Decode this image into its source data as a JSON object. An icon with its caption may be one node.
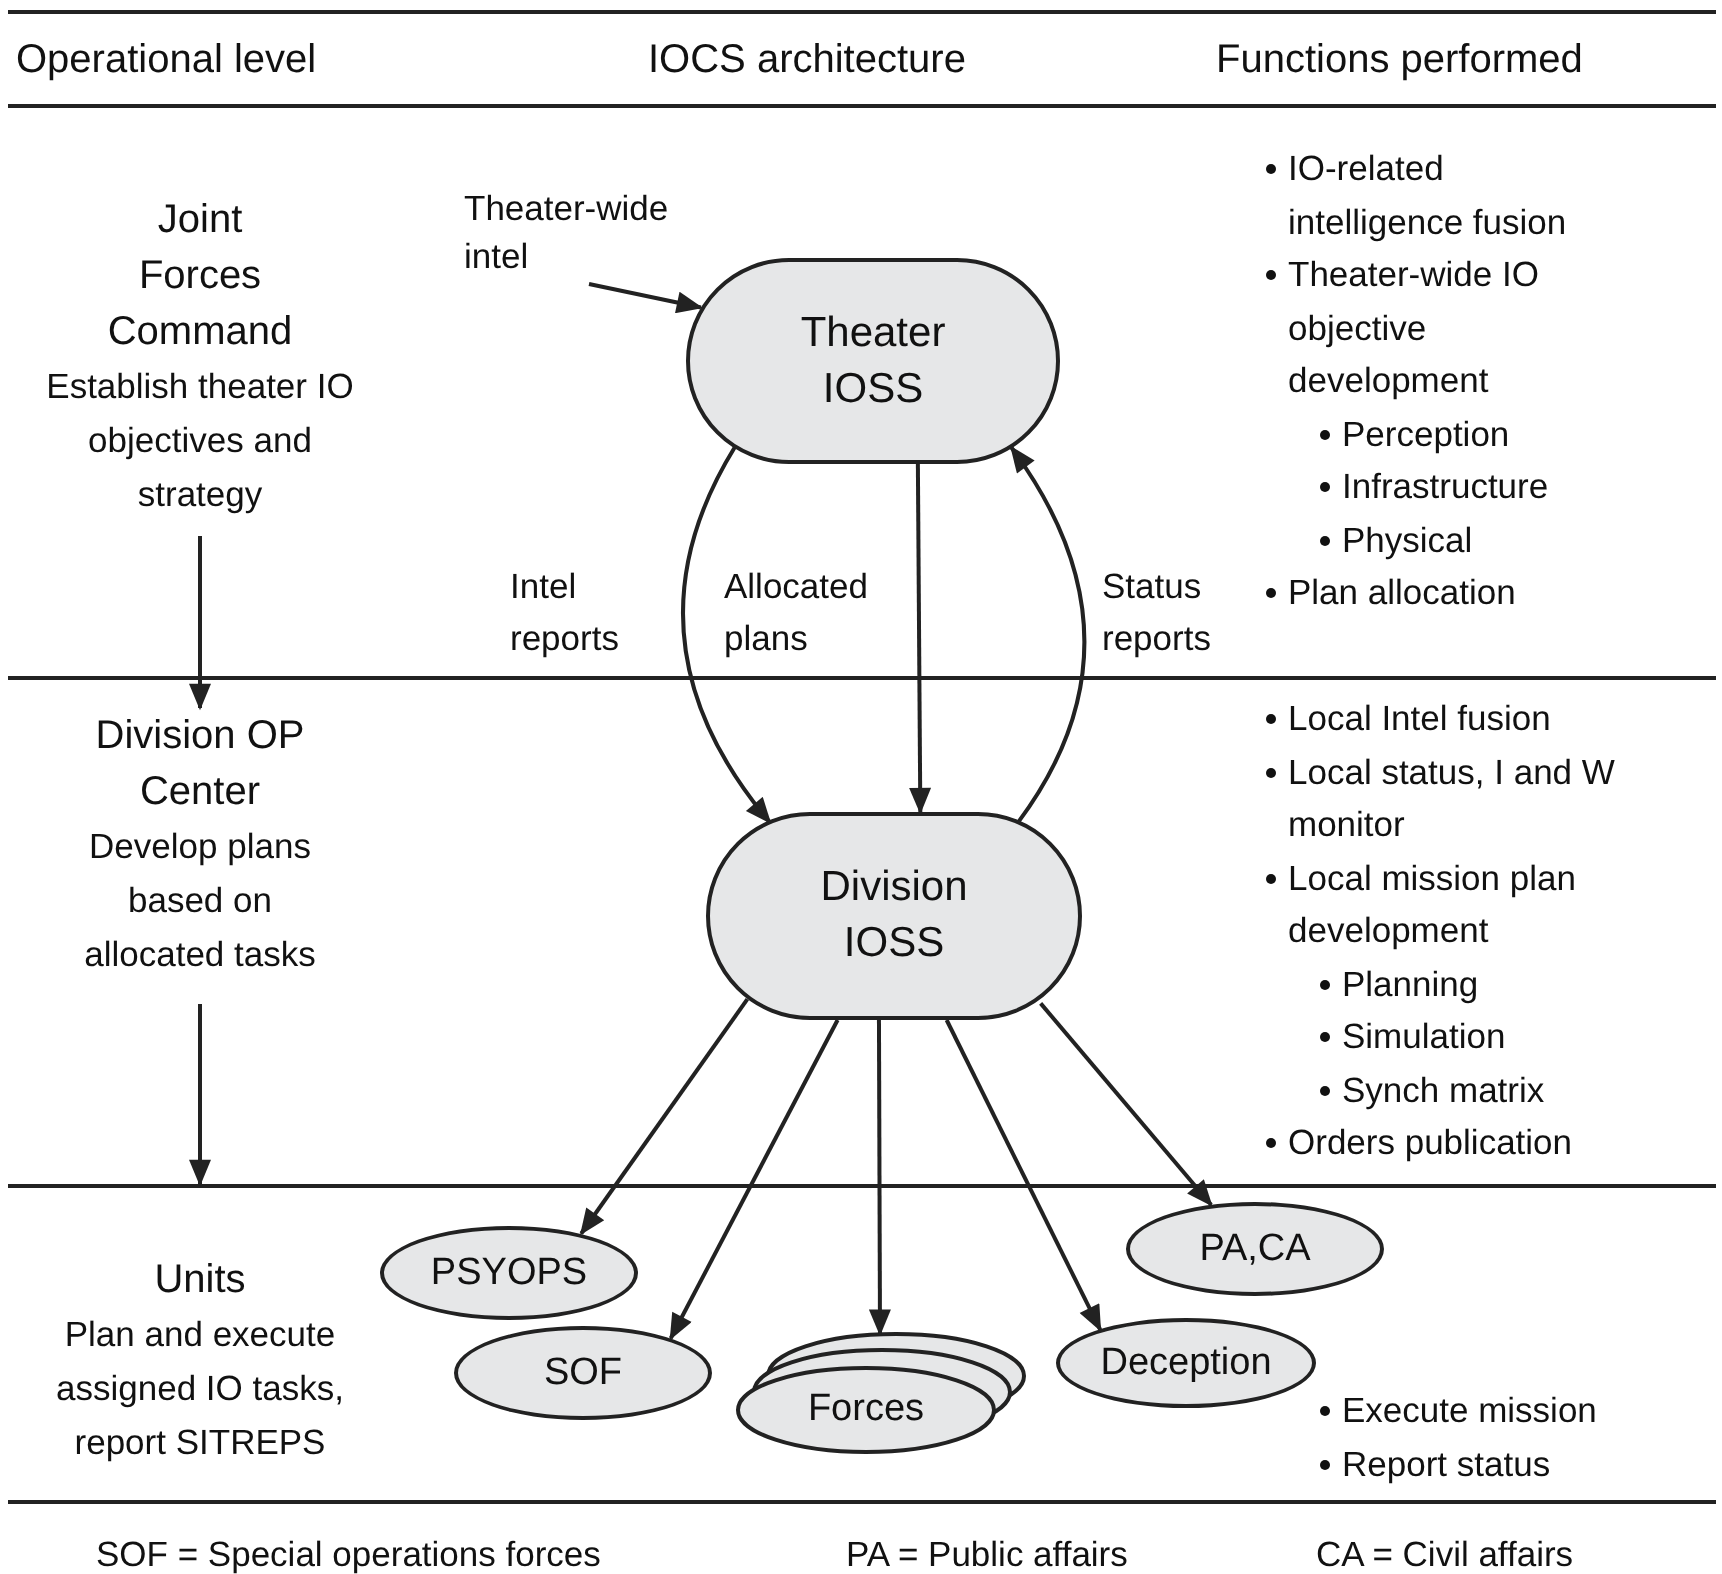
{
  "diagram": {
    "nodes": [
      {
        "text": [
          "Joint Forces Command",
          "Establish theater IO objectives and strategy"
        ]
      },
      {
        "text": [
          "Division OP Center",
          "Develop plans based on allocated tasks"
        ]
      },
      {
        "text": [
          "Units",
          "Plan and execute assigned IO tasks, report SITREPS"
        ]
      },
      {
        "text": [
          "Theater-wide intel"
        ]
      },
      {
        "text": [
          "Theater IOSS"
        ]
      },
      {
        "text": [
          "Division IOSS"
        ]
      },
      {
        "text": [
          "PSYOPS"
        ]
      },
      {
        "text": [
          "SOF"
        ]
      },
      {
        "text": [
          "Forces"
        ]
      },
      {
        "text": [
          "Deception"
        ]
      },
      {
        "text": [
          "PA,CA"
        ]
      }
    ],
    "edges": [
      {
        "from": 0,
        "to": 1,
        "arrow": "to"
      },
      {
        "from": 1,
        "to": 2,
        "arrow": "to"
      },
      {
        "from": 3,
        "to": 4,
        "arrow": "to"
      },
      {
        "from": 4,
        "to": 5,
        "label": "Intel reports",
        "arrow": "to"
      },
      {
        "from": 4,
        "to": 5,
        "label": "Allocated plans",
        "arrow": "to"
      },
      {
        "from": 5,
        "to": 4,
        "label": "Status reports",
        "arrow": "to"
      },
      {
        "from": 5,
        "to": 6,
        "arrow": "to"
      },
      {
        "from": 5,
        "to": 7,
        "arrow": "to"
      },
      {
        "from": 5,
        "to": 8,
        "arrow": "to"
      },
      {
        "from": 5,
        "to": 9,
        "arrow": "to"
      },
      {
        "from": 5,
        "to": 10,
        "arrow": "to"
      }
    ],
    "labels": [
      "Operational level",
      "IOCS architecture",
      "Functions performed",
      "IO-related intelligence fusion",
      "Theater-wide IO objective development",
      "Perception",
      "Infrastructure",
      "Physical",
      "Plan allocation",
      "Local Intel fusion",
      "Local status, I and W monitor",
      "Local mission plan development",
      "Planning",
      "Simulation",
      "Synch matrix",
      "Orders publication",
      "Execute mission",
      "Report status",
      "SOF = Special operations forces",
      "PA = Public affairs",
      "CA = Civil affairs"
    ]
  }
}
